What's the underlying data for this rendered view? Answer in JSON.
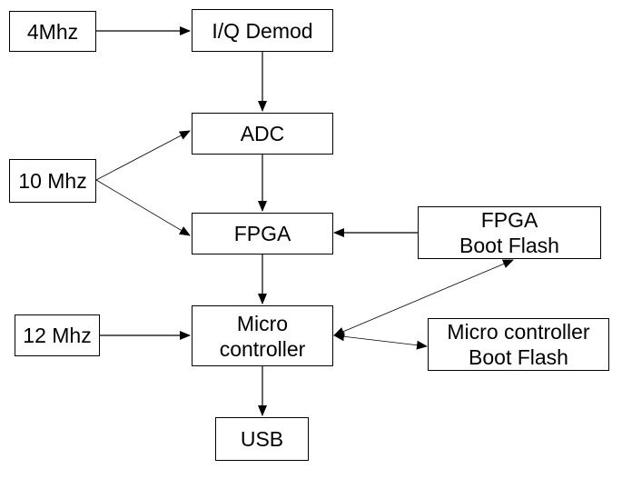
{
  "nodes": {
    "osc_4mhz": "4Mhz",
    "iq_demod": "I/Q Demod",
    "adc": "ADC",
    "osc_10mhz": "10 Mhz",
    "fpga": "FPGA",
    "fpga_flash": {
      "line1": "FPGA",
      "line2": "Boot Flash"
    },
    "osc_12mhz": "12 Mhz",
    "micro": {
      "line1": "Micro",
      "line2": "controller"
    },
    "micro_flash": {
      "line1": "Micro controller",
      "line2": "Boot Flash"
    },
    "usb": "USB"
  },
  "colors": {
    "stroke": "#000000",
    "background": "#ffffff"
  }
}
